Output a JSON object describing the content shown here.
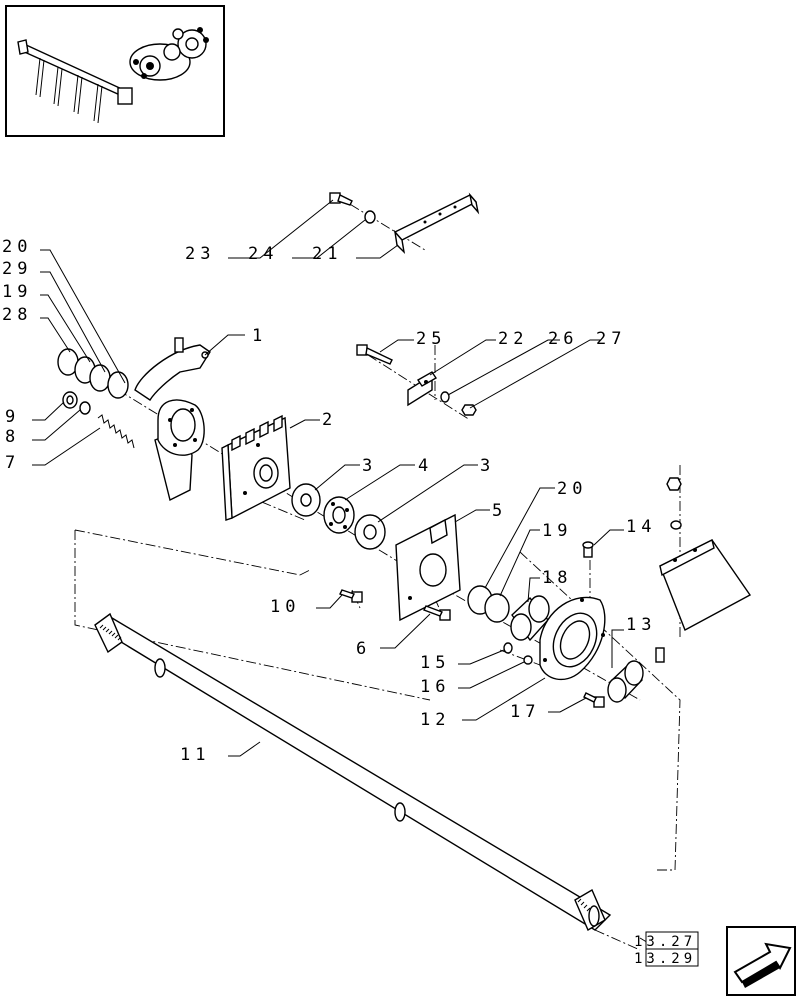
{
  "thumbnail": {
    "icon": "assembly-overview-icon"
  },
  "callouts": {
    "c1": "1",
    "c2": "2",
    "c3a": "3",
    "c3b": "3",
    "c4": "4",
    "c5": "5",
    "c6": "6",
    "c7": "7",
    "c8": "8",
    "c9": "9",
    "c10": "10",
    "c11": "11",
    "c12": "12",
    "c13": "13",
    "c14": "14",
    "c15": "15",
    "c16": "16",
    "c17": "17",
    "c18": "18",
    "c19a": "19",
    "c19b": "19",
    "c20a": "20",
    "c20b": "20",
    "c21": "21",
    "c22": "22",
    "c23": "23",
    "c24": "24",
    "c25": "25",
    "c26": "26",
    "c27": "27",
    "c28": "28",
    "c29": "29"
  },
  "page_refs": {
    "prev": "13.27",
    "next": "13.29"
  },
  "nav": {
    "icon": "next-page-arrow-icon"
  }
}
